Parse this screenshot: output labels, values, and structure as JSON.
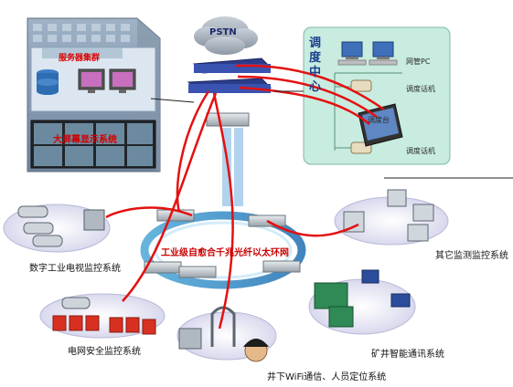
{
  "labels": {
    "pstn": "PSTN",
    "server_cluster": "服务器集群",
    "big_screen": "大屏幕显示系统",
    "dispatch_center": "调度中心",
    "nms_pc": "网管PC",
    "dispatch_phone_1": "调度话机",
    "dispatch_phone_2": "调度话机",
    "dispatch_console": "调度台",
    "ring_network": "工业级自愈合千兆光纤以太环网",
    "cctv": "数字工业电视监控系统",
    "other_monitoring": "其它监测监控系统",
    "power_grid": "电网安全监控系统",
    "mine_comm": "矿井智能通讯系统",
    "wifi_positioning": "井下WiFi通信、人员定位系统"
  }
}
